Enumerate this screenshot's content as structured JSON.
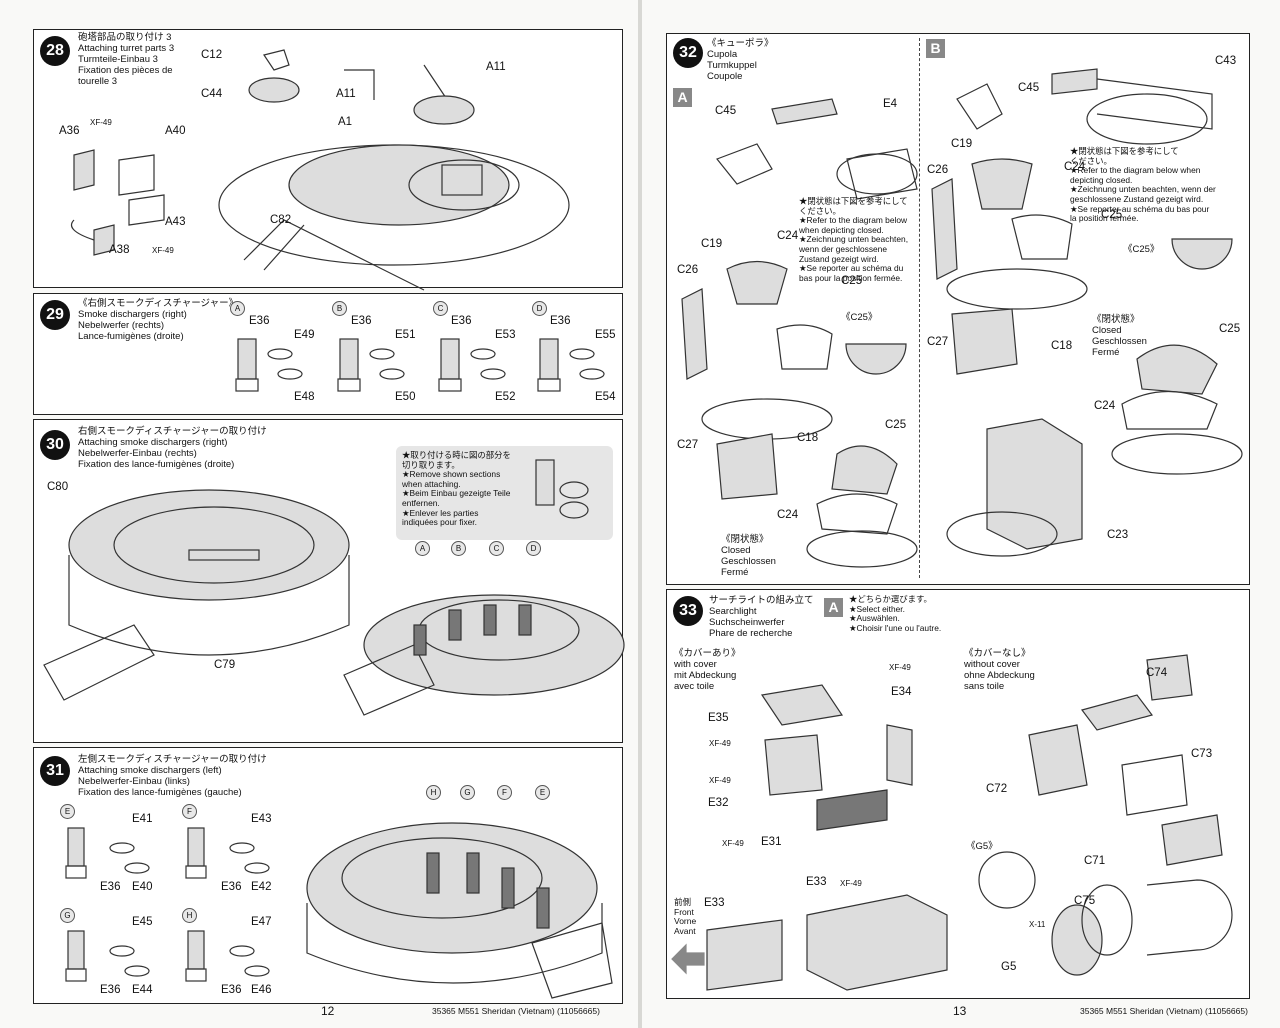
{
  "footer": {
    "left_page_number": "12",
    "right_page_number": "13",
    "left_caption": "35365 M551 Sheridan (Vietnam) (11056665)",
    "right_caption": "35365 M551 Sheridan (Vietnam) (11056665)"
  },
  "steps": {
    "s28": {
      "number": "28",
      "title": [
        "砲塔部品の取り付け 3",
        "Attaching turret parts 3",
        "Turmteile-Einbau 3",
        "Fixation des pièces de",
        "tourelle 3"
      ],
      "labels": [
        "C12",
        "C44",
        "A11",
        "A11",
        "A1",
        "C82",
        "A36",
        "A40",
        "A43",
        "A38"
      ],
      "paint": [
        "XF-49",
        "XF-49"
      ]
    },
    "s29": {
      "number": "29",
      "title": [
        "《右側スモークディスチャージャー》",
        "Smoke dischargers (right)",
        "Nebelwerfer (rechts)",
        "Lance-fumigènes (droite)"
      ],
      "variants": [
        {
          "key": "A",
          "top": "E36",
          "mid": "E49",
          "bottom": "E48"
        },
        {
          "key": "B",
          "top": "E36",
          "mid": "E51",
          "bottom": "E50"
        },
        {
          "key": "C",
          "top": "E36",
          "mid": "E53",
          "bottom": "E52"
        },
        {
          "key": "D",
          "top": "E36",
          "mid": "E55",
          "bottom": "E54"
        }
      ]
    },
    "s30": {
      "number": "30",
      "title": [
        "右側スモークディスチャージャーの取り付け",
        "Attaching smoke dischargers (right)",
        "Nebelwerfer-Einbau (rechts)",
        "Fixation des lance-fumigènes (droite)"
      ],
      "labels": [
        "C80",
        "C79"
      ],
      "keys": [
        "A",
        "B",
        "C",
        "D"
      ],
      "note": [
        "★取り付ける時に図の部分を",
        "切り取ります。",
        "★Remove  shown  sections",
        "when attaching.",
        "★Beim Einbau gezeigte Teile",
        "entfernen.",
        "★Enlever   les   parties",
        "indiquées pour fixer."
      ]
    },
    "s31": {
      "number": "31",
      "title": [
        "左側スモークディスチャージャーの取り付け",
        "Attaching smoke dischargers (left)",
        "Nebelwerfer-Einbau (links)",
        "Fixation des lance-fumigènes (gauche)"
      ],
      "variants": [
        {
          "key": "E",
          "mid": "E41",
          "left": "E36",
          "right": "E40"
        },
        {
          "key": "F",
          "mid": "E43",
          "left": "E36",
          "right": "E42"
        },
        {
          "key": "G",
          "mid": "E45",
          "left": "E36",
          "right": "E44"
        },
        {
          "key": "H",
          "mid": "E47",
          "left": "E36",
          "right": "E46"
        }
      ],
      "keys": [
        "H",
        "G",
        "F",
        "E"
      ]
    },
    "s32": {
      "number": "32",
      "title": [
        "《キューポラ》",
        "Cupola",
        "Turmkuppel",
        "Coupole"
      ],
      "variant_a": "A",
      "variant_b": "B",
      "labels_a": [
        "C45",
        "E4",
        "C19",
        "C24",
        "C26",
        "C25",
        "C27",
        "C18",
        "C25",
        "C24"
      ],
      "labels_b": [
        "C45",
        "C43",
        "C19",
        "C24",
        "C26",
        "C25",
        "C27",
        "C18",
        "C25",
        "C24",
        "C23"
      ],
      "note": [
        "★閉状態は下図を参考にして",
        "ください。",
        "★Refer to the diagram below",
        "when depicting closed.",
        "★Zeichnung unten beachten,",
        "wenn der geschlossene",
        "Zustand gezeigt wird.",
        "★Se reporter au schéma du",
        "bas pour la position fermée."
      ],
      "note_b": [
        "★閉状態は下図を参考にして",
        "ください。",
        "★Refer to the diagram below when",
        "depicting closed.",
        "★Zeichnung unten beachten, wenn der",
        "geschlossene Zustand gezeigt wird.",
        "★Se reporter au schéma du bas pour",
        "la position fermée."
      ],
      "c25_label": "《C25》",
      "closed": [
        "《閉状態》",
        "Closed",
        "Geschlossen",
        "Fermé"
      ]
    },
    "s33": {
      "number": "33",
      "title": [
        "サーチライトの組み立て",
        "Searchlight",
        "Suchscheinwerfer",
        "Phare de recherche"
      ],
      "select_key": "A",
      "select_note": [
        "★どちらか選びます。",
        "★Select either.",
        "★Auswählen.",
        "★Choisir l'une ou l'autre."
      ],
      "with_cover": [
        "《カバーあり》",
        "with cover",
        "mit Abdeckung",
        "avec toile"
      ],
      "without_cover": [
        "《カバーなし》",
        "without cover",
        "ohne Abdeckung",
        "sans toile"
      ],
      "labels_left": [
        "E34",
        "E35",
        "E32",
        "E31",
        "E33",
        "E33"
      ],
      "paint": [
        "XF-49",
        "XF-49",
        "XF-49",
        "XF-49",
        "XF-49"
      ],
      "front": [
        "前側",
        "Front",
        "Vorne",
        "Avant"
      ],
      "labels_right": [
        "C74",
        "C73",
        "C72",
        "C71",
        "C75",
        "G5"
      ],
      "g5_label": "《G5》",
      "x11": "X-11"
    }
  }
}
